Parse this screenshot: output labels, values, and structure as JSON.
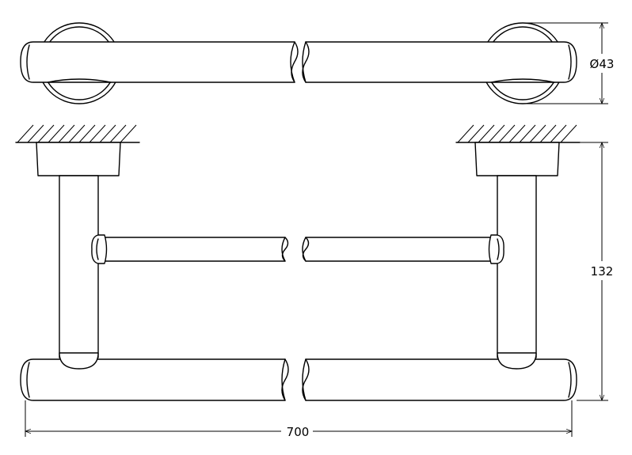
{
  "dimensions": {
    "diameter": {
      "label": "Ø43"
    },
    "height": {
      "label": "132"
    },
    "width": {
      "label": "700"
    }
  }
}
